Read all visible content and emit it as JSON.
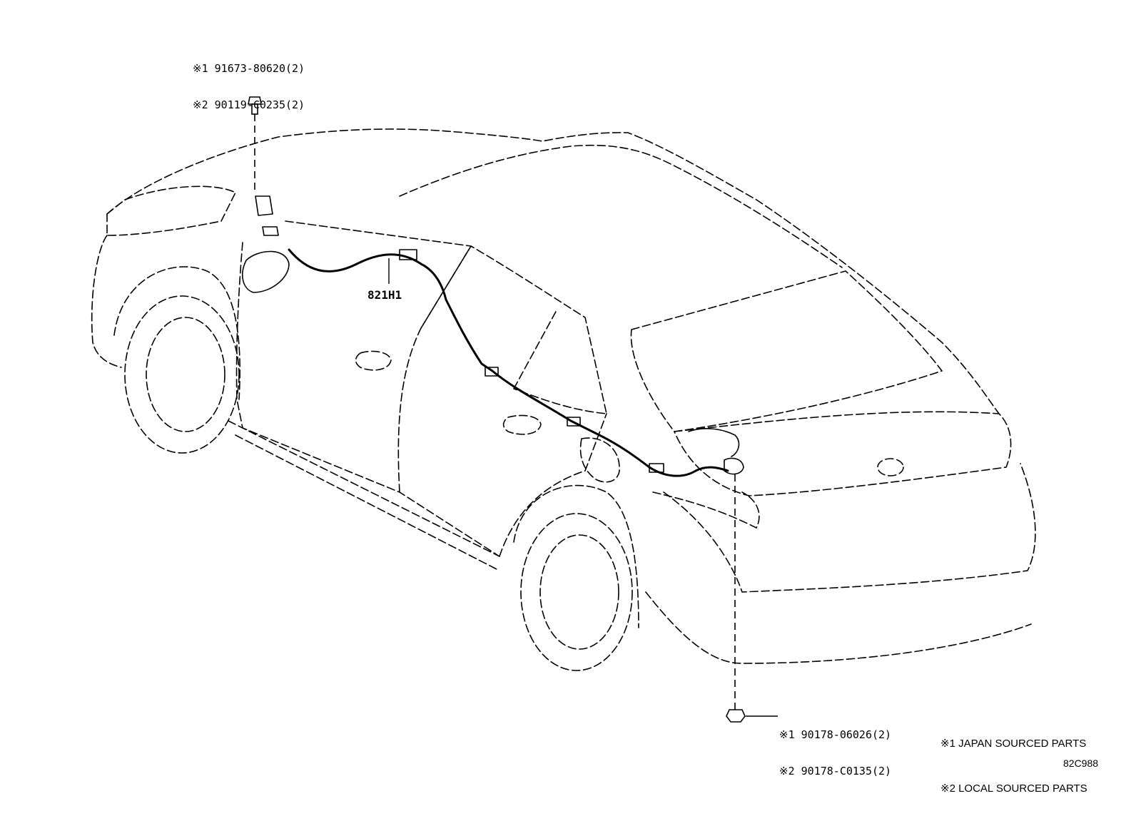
{
  "top_callout": {
    "line1": "※1 91673-80620(2)",
    "line2": "※2 90119-C0235(2)"
  },
  "bottom_callout": {
    "line1": "※1 90178-06026(2)",
    "line2": "※2 90178-C0135(2)"
  },
  "part_label": "821H1",
  "legend": {
    "line1": "※1 JAPAN SOURCED PARTS",
    "line2": "※2 LOCAL SOURCED PARTS"
  },
  "figure_id": "82C988",
  "colors": {
    "ink": "#000000",
    "paper": "#ffffff"
  }
}
